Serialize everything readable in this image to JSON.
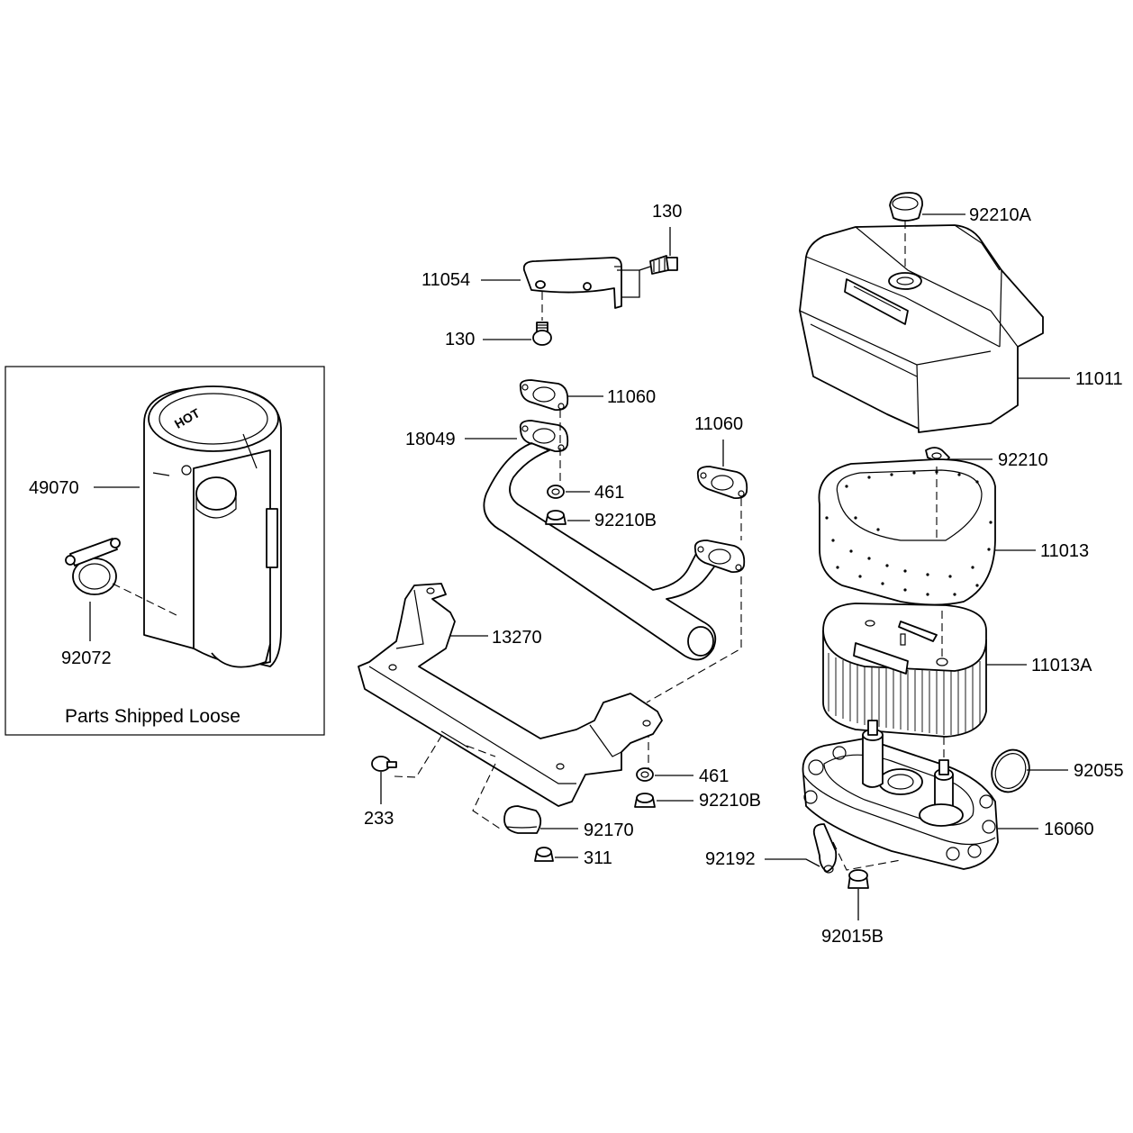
{
  "callouts": {
    "c130_top": "130",
    "c11054": "11054",
    "c130_bottom": "130",
    "c11060_left": "11060",
    "c18049": "18049",
    "c11060_right": "11060",
    "c461_top": "461",
    "c92210B_top": "92210B",
    "c13270": "13270",
    "c461_bottom": "461",
    "c92210B_bottom": "92210B",
    "c233": "233",
    "c92170": "92170",
    "c311": "311",
    "c92210A": "92210A",
    "c11011": "11011",
    "c92210": "92210",
    "c11013": "11013",
    "c11013A": "11013A",
    "c92055": "92055",
    "c16060": "16060",
    "c92192": "92192",
    "c92015B": "92015B",
    "c49070": "49070",
    "c92072": "92072"
  },
  "loose_box": {
    "caption": "Parts Shipped Loose"
  },
  "muffler_text": "HOT"
}
